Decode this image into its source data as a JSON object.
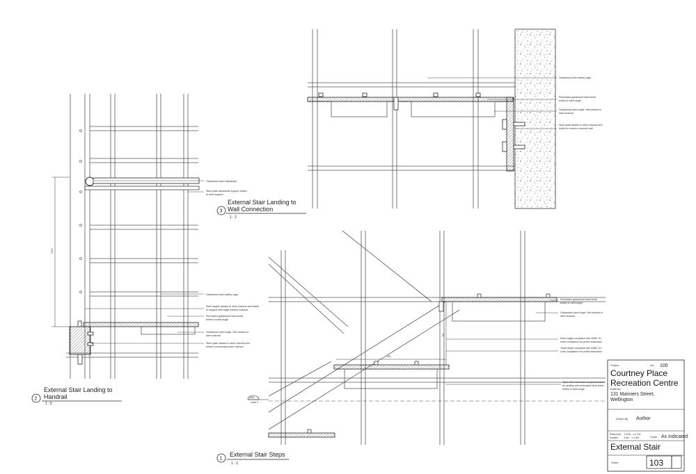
{
  "views": {
    "landing_wall": {
      "number": "3",
      "title_line1": "External Stair Landing to",
      "title_line2": "Wall Connection",
      "scale": "1 : 2",
      "notes": [
        "Galvanised steel safety cage",
        "Perforated galvanised steel sheet",
        "bolted to steel angle",
        "Galvanised steel angle. Wet welded to",
        "steel channel",
        "Steel plate welded to steel channel and",
        "bolted to exterior concrete wall"
      ]
    },
    "landing_handrail": {
      "number": "2",
      "title_line1": "External Stair Landing to",
      "title_line2": "Handrail",
      "scale": "1 : 5",
      "dimension": "1215",
      "notes": [
        "Galvanised steel balustrade",
        "Steel plate balustrade support bolted",
        "to steel support",
        "Galvanised steel safety cage",
        "Steel angles welded to steel channel and bolted",
        "to support steel cage exterior material",
        "Perforated galvanised steel sheet",
        "bolted to steel angle",
        "Galvanised steel angle. Wet welded to",
        "steel channel",
        "Steel plate welded to steel channel and",
        "bolted to secondary steel channel"
      ]
    },
    "stair_steps": {
      "number": "1",
      "title": "External Stair Steps",
      "scale": "1 : 2",
      "dim_riser": "167",
      "dim_tread": "250",
      "level_tag_1": "3950",
      "level_tag_2": "Level 3",
      "notes": [
        "Perforated galvanised steel sheet",
        "bolted to steel angle",
        "Galvanised steel angle. Wet welded to",
        "steel channel",
        "Riser height compliant with NZBC D1",
        "code compliance for public staircases",
        "Tread depth compliant with NZBC D1",
        "code compliance for public staircases",
        "Open riser steel stair comprised same",
        "as landing with perforated steel sheet",
        "bolted to steel angle"
      ]
    }
  },
  "title_block": {
    "project_label": "Project",
    "no_label": "No.",
    "no_value": "100",
    "project_name_1": "Courtney Place",
    "project_name_2": "Recreation Centre",
    "address_label": "Address",
    "address_1": "131 Manners Street,",
    "address_2": "Wellington",
    "drawn_by_label": "Drawn By",
    "drawn_by": "Author",
    "reduced_label": "Reduced",
    "reduced_value": "1:100 - x 1:00",
    "scales_label": "Scales",
    "scales_value": "1:50 - x 0.50",
    "scale_label": "Scale",
    "scale_value": "As indicated",
    "sheet_title": "External Stair",
    "sheet_label": "Sheet",
    "sheet_number": "103"
  }
}
